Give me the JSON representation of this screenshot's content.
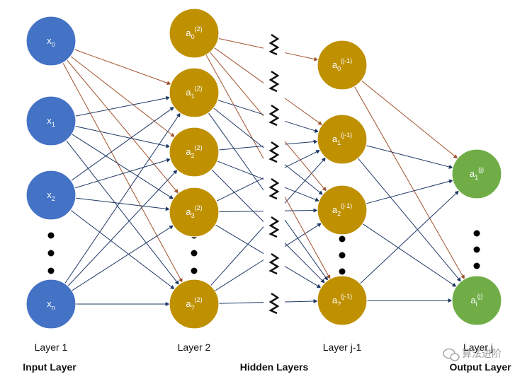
{
  "layers": {
    "input": {
      "label": "Layer 1",
      "group": "Input Layer",
      "color": "#4472C4",
      "nodes": [
        {
          "base": "x",
          "sub": "0"
        },
        {
          "base": "x",
          "sub": "1"
        },
        {
          "base": "x",
          "sub": "2"
        },
        {
          "base": "x",
          "sub": "n"
        }
      ]
    },
    "hidden1": {
      "label": "Layer 2",
      "color": "#BF9000",
      "nodes": [
        {
          "base": "a",
          "sub": "0",
          "sup": "(2)"
        },
        {
          "base": "a",
          "sub": "1",
          "sup": "(2)"
        },
        {
          "base": "a",
          "sub": "2",
          "sup": "(2)"
        },
        {
          "base": "a",
          "sub": "3",
          "sup": "(2)"
        },
        {
          "base": "a",
          "sub": "?",
          "sup": "(2)"
        }
      ]
    },
    "hidden_last": {
      "label": "Layer j-1",
      "color": "#BF9000",
      "nodes": [
        {
          "base": "a",
          "sub": "0",
          "sup": "(j-1)"
        },
        {
          "base": "a",
          "sub": "1",
          "sup": "(j-1)"
        },
        {
          "base": "a",
          "sub": "2",
          "sup": "(j-1)"
        },
        {
          "base": "a",
          "sub": "?",
          "sup": "(j-1)"
        }
      ]
    },
    "output": {
      "label": "Layer j",
      "group": "Output Layer",
      "color": "#70AD47",
      "nodes": [
        {
          "base": "a",
          "sub": "1",
          "sup": "(j)"
        },
        {
          "base": "a",
          "sub": "l",
          "sup": "(j)"
        }
      ]
    }
  },
  "hidden_group_label": "Hidden Layers",
  "edge_colors": {
    "bias": "#A0522D",
    "weight": "#1F3864"
  },
  "watermark": "算法进阶"
}
